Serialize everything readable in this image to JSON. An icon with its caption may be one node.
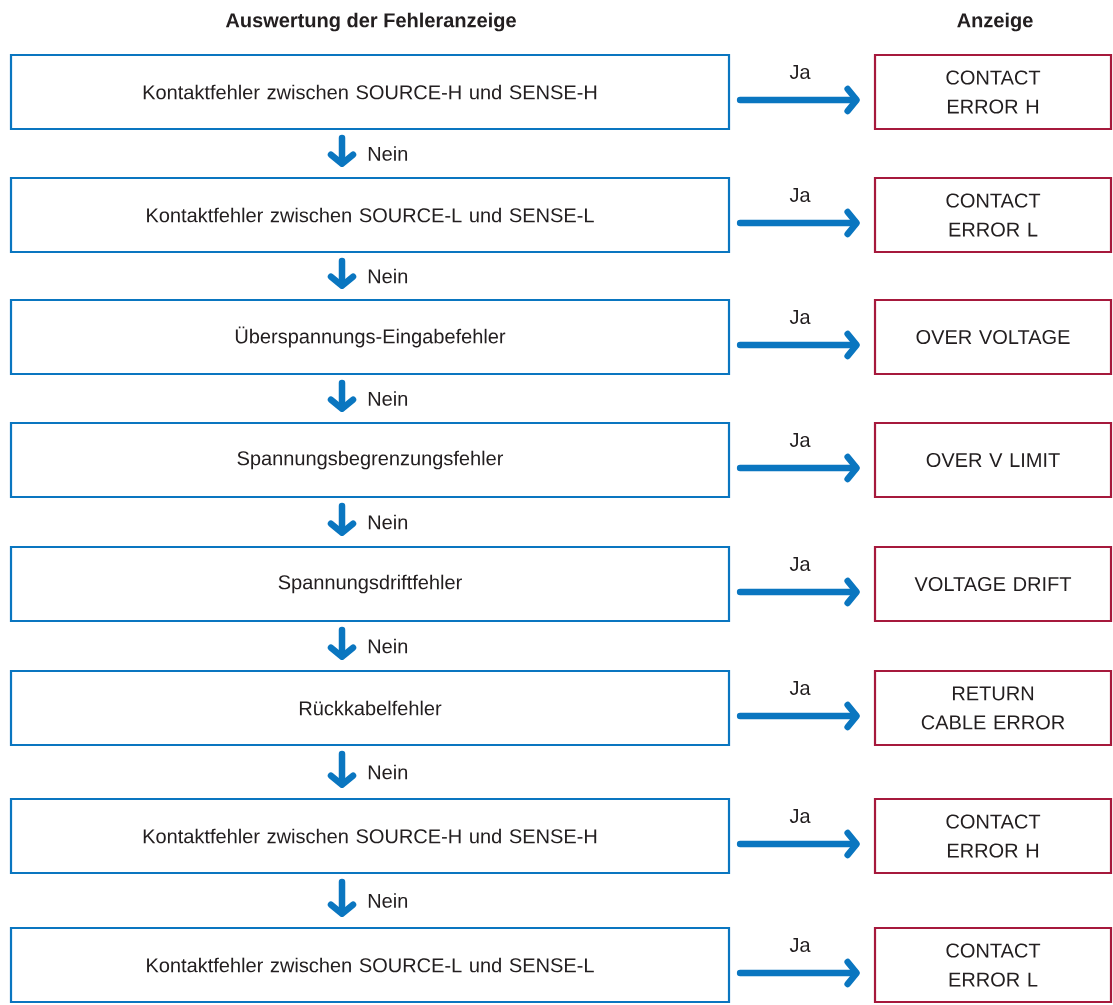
{
  "diagram": {
    "nodes": [
      {
        "text": [
          "Kontaktfehler zwischen SOURCE-H und SENSE-H"
        ]
      },
      {
        "text": [
          "CONTACT ERROR H"
        ]
      },
      {
        "text": [
          "Kontaktfehler zwischen SOURCE-L und SENSE-L"
        ]
      },
      {
        "text": [
          "CONTACT ERROR L"
        ]
      },
      {
        "text": [
          "Überspannungs-Eingabefehler"
        ]
      },
      {
        "text": [
          "OVER VOLTAGE"
        ]
      },
      {
        "text": [
          "Spannungsbegrenzungsfehler"
        ]
      },
      {
        "text": [
          "OVER V LIMIT"
        ]
      },
      {
        "text": [
          "Spannungsdriftfehler"
        ]
      },
      {
        "text": [
          "VOLTAGE DRIFT"
        ]
      },
      {
        "text": [
          "Rückkabelfehler"
        ]
      },
      {
        "text": [
          "RETURN CABLE ERROR"
        ]
      },
      {
        "text": [
          "Kontaktfehler zwischen SOURCE-H und SENSE-H"
        ]
      },
      {
        "text": [
          "CONTACT ERROR H"
        ]
      },
      {
        "text": [
          "Kontaktfehler zwischen SOURCE-L und SENSE-L"
        ]
      },
      {
        "text": [
          "CONTACT ERROR L"
        ]
      }
    ],
    "edges": [
      {
        "from": 0,
        "to": 1,
        "arrow": "to",
        "label": "Ja"
      },
      {
        "from": 0,
        "to": 2,
        "arrow": "to",
        "label": "Nein"
      },
      {
        "from": 2,
        "to": 3,
        "arrow": "to",
        "label": "Ja"
      },
      {
        "from": 2,
        "to": 4,
        "arrow": "to",
        "label": "Nein"
      },
      {
        "from": 4,
        "to": 5,
        "arrow": "to",
        "label": "Ja"
      },
      {
        "from": 4,
        "to": 6,
        "arrow": "to",
        "label": "Nein"
      },
      {
        "from": 6,
        "to": 7,
        "arrow": "to",
        "label": "Ja"
      },
      {
        "from": 6,
        "to": 8,
        "arrow": "to",
        "label": "Nein"
      },
      {
        "from": 8,
        "to": 9,
        "arrow": "to",
        "label": "Ja"
      },
      {
        "from": 8,
        "to": 10,
        "arrow": "to",
        "label": "Nein"
      },
      {
        "from": 10,
        "to": 11,
        "arrow": "to",
        "label": "Ja"
      },
      {
        "from": 10,
        "to": 12,
        "arrow": "to",
        "label": "Nein"
      },
      {
        "from": 12,
        "to": 13,
        "arrow": "to",
        "label": "Ja"
      },
      {
        "from": 12,
        "to": 14,
        "arrow": "to",
        "label": "Nein"
      },
      {
        "from": 14,
        "to": 15,
        "arrow": "to",
        "label": "Ja"
      }
    ],
    "labels": [
      "Auswertung der Fehleranzeige",
      "Anzeige"
    ]
  }
}
